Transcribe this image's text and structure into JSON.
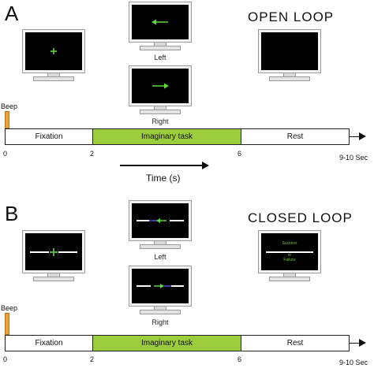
{
  "colors": {
    "screen": "#000000",
    "fixation_cross": "#5fd83a",
    "arrow": "#5fd83a",
    "feedback_bar": "#ffffff",
    "feedback_blue": "#3a3aa8",
    "task_segment": "#9bcd3c",
    "beep": "#e8a33a"
  },
  "panel_a": {
    "letter": "A",
    "title": "OPEN LOOP",
    "captions": {
      "left": "Left",
      "right": "Right"
    },
    "beep": "Beep",
    "segments": [
      "Fixation",
      "Imaginary task",
      "Rest"
    ],
    "ticks": [
      "0",
      "2",
      "6",
      "9-10 Sec"
    ],
    "time_label": "Time (s)"
  },
  "panel_b": {
    "letter": "B",
    "title": "CLOSED LOOP",
    "captions": {
      "left": "Left",
      "right": "Right"
    },
    "feedback_line1": "Success",
    "feedback_line2": "or",
    "feedback_line3": "Failure",
    "beep": "Beep",
    "segments": [
      "Fixation",
      "Imaginary task",
      "Rest"
    ],
    "ticks": [
      "0",
      "2",
      "6",
      "9-10 Sec"
    ]
  },
  "icons": [
    "monitor-icon",
    "fixation-cross-icon",
    "arrow-left-icon",
    "arrow-right-icon",
    "time-arrow-icon"
  ]
}
